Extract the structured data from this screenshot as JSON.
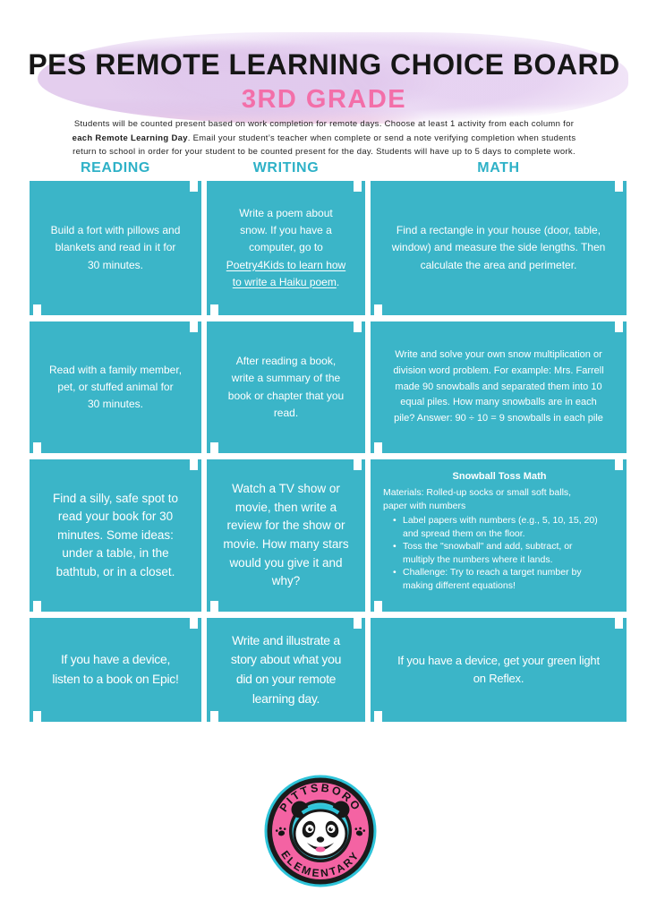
{
  "header": {
    "title": "PES REMOTE LEARNING CHOICE BOARD",
    "subtitle": "3RD GRADE",
    "intro_part1": "Students will be counted present based on work completion for remote days. Choose at least 1 activity from each column for\n",
    "intro_bold": "each Remote Learning Day",
    "intro_part2": ". Email your student’s teacher when complete or send a note verifying completion when students\nreturn to school in order for your student to be counted present for the day. Students will have up to 5 days to complete work."
  },
  "columns": {
    "reading": "READING",
    "writing": "WRITING",
    "math": "MATH"
  },
  "cards": {
    "reading1": "Build a fort with pillows and\nblankets and read in it for\n30 minutes.",
    "writing1_part1": "Write a poem about\nsnow. If you have a\ncomputer, go to\n",
    "writing1_link": "Poetry4Kids to learn how\nto write a Haiku poem",
    "writing1_part2": ".",
    "math1": "Find a rectangle in your house (door, table,\nwindow) and measure the side lengths. Then\ncalculate the area and perimeter.",
    "reading2": "Read with a family member,\npet, or stuffed animal for\n30 minutes.",
    "writing2": "After reading a book,\nwrite a summary of the\nbook or chapter that you\nread.",
    "math2": "Write and solve your own snow multiplication or\ndivision word problem. For example: Mrs. Farrell\nmade 90 snowballs and separated them into 10\nequal piles. How many snowballs are in each\npile? Answer: 90 ÷ 10 = 9 snowballs in each pile",
    "reading3": "Find a silly, safe spot to\nread your book for 30\nminutes. Some ideas:\nunder a table, in the\nbathtub, or in a closet.",
    "writing3": "Watch a TV show or\nmovie, then write a\nreview for the show or\nmovie. How many stars\nwould you give it and\nwhy?",
    "math3": {
      "title": "Snowball Toss Math",
      "materials": "Materials: Rolled-up socks or small soft balls,\npaper with numbers",
      "bullets": [
        "Label papers with numbers (e.g., 5, 10, 15, 20)\nand spread them on the floor.",
        "Toss the \"snowball\" and add, subtract, or\nmultiply the numbers where it lands.",
        "Challenge: Try to reach a target number by\nmaking different equations!"
      ]
    },
    "reading4": "If you have a device,\nlisten to a book on Epic!",
    "writing4": "Write and illustrate a\nstory about what you\ndid on your remote\nlearning day.",
    "math4": "If you have a device, get your green light\non Reflex."
  },
  "logo": {
    "top_text": "PITTSBORO",
    "bottom_text": "ELEMENTARY"
  },
  "colors": {
    "card_teal": "#3bb5c8",
    "header_teal": "#2eb1c7",
    "subtitle_pink": "#f36fa9",
    "logo_pink": "#f463a3",
    "logo_teal": "#2ec4d9",
    "watercolor_lavender": "#e3cdee"
  }
}
